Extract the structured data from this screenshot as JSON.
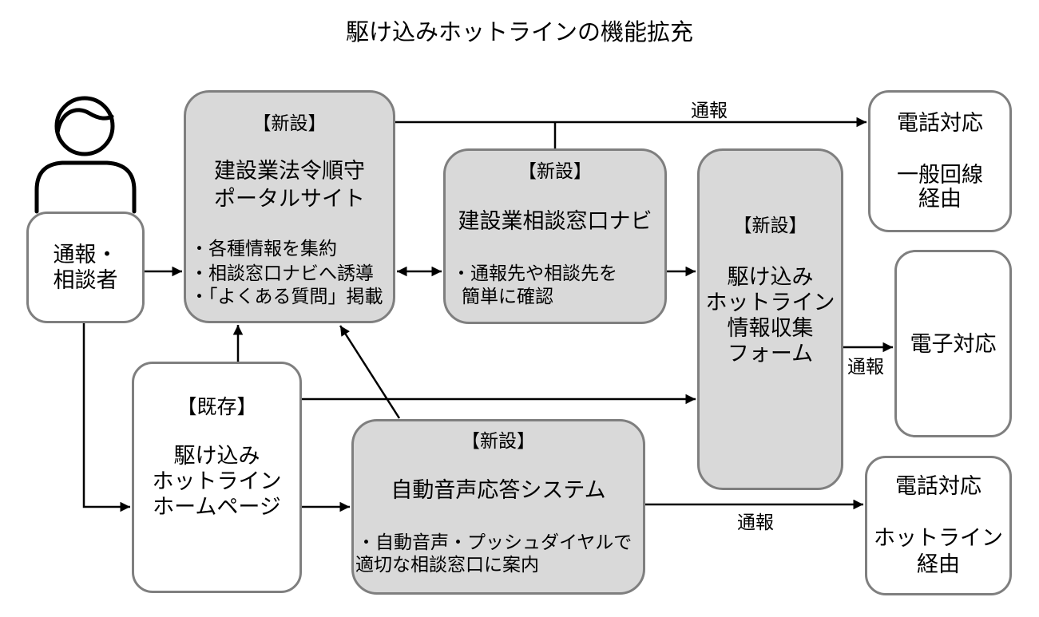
{
  "title": "駆け込みホットラインの機能拡充",
  "reporter": {
    "icon": "person-icon",
    "lines": [
      "通報・",
      "相談者"
    ]
  },
  "portal": {
    "tag": "【新設】",
    "name_lines": [
      "建設業法令順守",
      "ポータルサイト"
    ],
    "bullets": [
      "・各種情報を集約",
      "・相談窓口ナビへ誘導",
      "・「よくある質問」掲載"
    ]
  },
  "navi": {
    "tag": "【新設】",
    "name": "建設業相談窓口ナビ",
    "bullet_lines": [
      "・通報先や相談先を",
      "簡単に確認"
    ]
  },
  "form": {
    "tag": "【新設】",
    "name_lines": [
      "駆け込み",
      "ホットライン",
      "情報収集",
      "フォーム"
    ]
  },
  "homepage": {
    "tag": "【既存】",
    "name_lines": [
      "駆け込み",
      "ホットライン",
      "ホームページ"
    ]
  },
  "ivr": {
    "tag": "【新設】",
    "name": "自動音声応答システム",
    "bullet_lines": [
      "・自動音声・プッシュダイヤルで",
      "適切な相談窓口に案内"
    ]
  },
  "phone_general": {
    "title": "電話対応",
    "lines": [
      "一般回線",
      "経由"
    ]
  },
  "electronic": {
    "title": "電子対応"
  },
  "phone_hotline": {
    "title": "電話対応",
    "lines": [
      "ホットライン",
      "経由"
    ]
  },
  "edge_labels": {
    "portal_to_phone_general": "通報",
    "form_to_electronic": "通報",
    "ivr_to_phone_hotline": "通報"
  },
  "colors": {
    "new_box_fill": "#d9d9d9",
    "existing_box_fill": "#ffffff",
    "box_border": "#7f7f7f",
    "arrow": "#000000"
  }
}
